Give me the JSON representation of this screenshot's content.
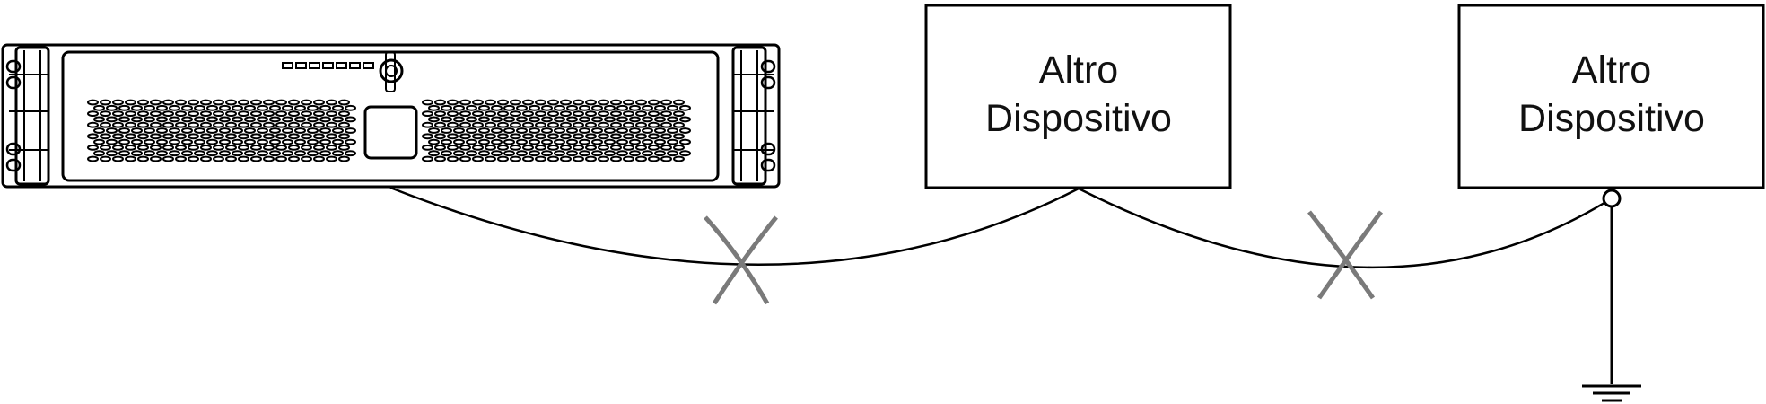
{
  "devices": [
    {
      "label_line1": "Altro",
      "label_line2": "Dispositivo"
    },
    {
      "label_line1": "Altro",
      "label_line2": "Dispositivo"
    }
  ],
  "icons": {
    "rack_server": "rack-server-icon",
    "ground": "ground-icon",
    "break_mark": "x-mark-icon"
  },
  "colors": {
    "line": "#000000",
    "break_mark": "#7a7a7a",
    "background": "#ffffff"
  }
}
